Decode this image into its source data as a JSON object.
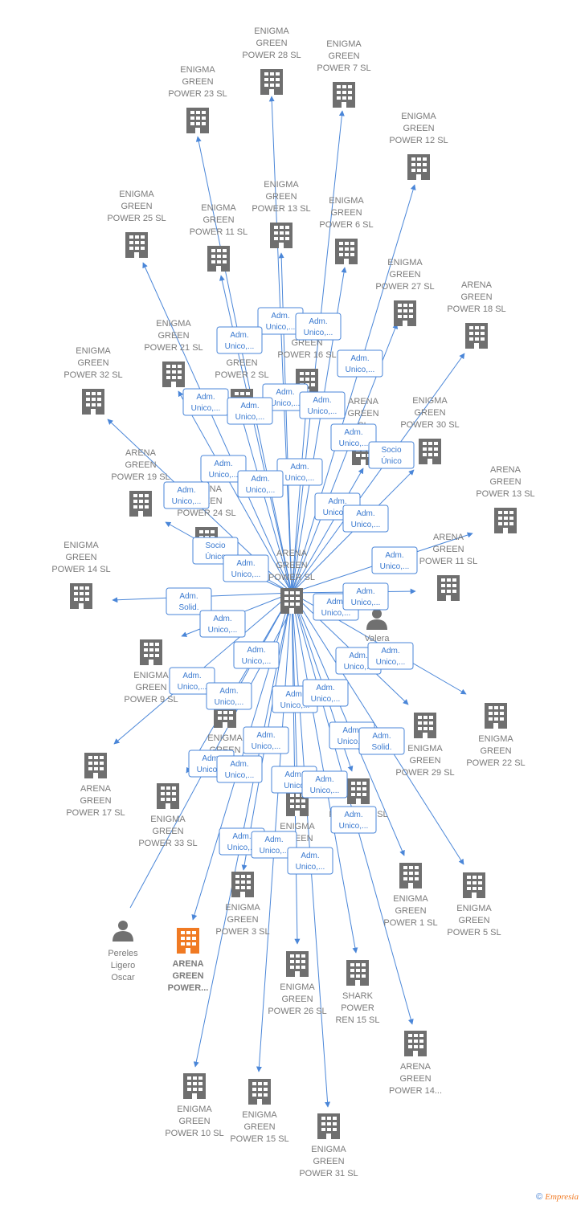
{
  "center_label": [
    "ARENA",
    "GREEN",
    "POWER  SL"
  ],
  "company_nodes": [
    {
      "id": "EGP28",
      "lines": [
        "ENIGMA",
        "GREEN",
        "POWER 28  SL"
      ]
    },
    {
      "id": "EGP7",
      "lines": [
        "ENIGMA",
        "GREEN",
        "POWER 7  SL"
      ]
    },
    {
      "id": "EGP23",
      "lines": [
        "ENIGMA",
        "GREEN",
        "POWER 23  SL"
      ]
    },
    {
      "id": "EGP12",
      "lines": [
        "ENIGMA",
        "GREEN",
        "POWER 12  SL"
      ]
    },
    {
      "id": "EGP13",
      "lines": [
        "ENIGMA",
        "GREEN",
        "POWER 13  SL"
      ]
    },
    {
      "id": "EGP6",
      "lines": [
        "ENIGMA",
        "GREEN",
        "POWER 6  SL"
      ]
    },
    {
      "id": "EGP25",
      "lines": [
        "ENIGMA",
        "GREEN",
        "POWER 25  SL"
      ]
    },
    {
      "id": "EGP11",
      "lines": [
        "ENIGMA",
        "GREEN",
        "POWER 11  SL"
      ]
    },
    {
      "id": "EGP27",
      "lines": [
        "ENIGMA",
        "GREEN",
        "POWER 27  SL"
      ]
    },
    {
      "id": "AGP18",
      "lines": [
        "ARENA",
        "GREEN",
        "POWER 18  SL"
      ]
    },
    {
      "id": "EGP21",
      "lines": [
        "ENIGMA",
        "GREEN",
        "POWER 21  SL"
      ]
    },
    {
      "id": "EGP2",
      "lines": [
        "ENIGMA",
        "GREEN",
        "POWER 2  SL"
      ]
    },
    {
      "id": "AGP16",
      "lines": [
        "GREEN",
        "POWER 16  SL"
      ]
    },
    {
      "id": "EGP32",
      "lines": [
        "ENIGMA",
        "GREEN",
        "POWER 32  SL"
      ]
    },
    {
      "id": "AGSL",
      "lines": [
        "ARENA",
        "GREEN",
        "SL"
      ]
    },
    {
      "id": "EGP30",
      "lines": [
        "ENIGMA",
        "GREEN",
        "POWER 30  SL"
      ]
    },
    {
      "id": "AGP19",
      "lines": [
        "ARENA",
        "GREEN",
        "POWER 19  SL"
      ]
    },
    {
      "id": "AGP24",
      "lines": [
        "ARENA",
        "GREEN",
        "POWER 24  SL"
      ]
    },
    {
      "id": "AGP13",
      "lines": [
        "ARENA",
        "GREEN",
        "POWER 13  SL"
      ]
    },
    {
      "id": "AGP11",
      "lines": [
        "ARENA",
        "GREEN",
        "POWER 11  SL"
      ]
    },
    {
      "id": "EGP14",
      "lines": [
        "ENIGMA",
        "GREEN",
        "POWER 14  SL"
      ]
    },
    {
      "id": "EGP9",
      "lines": [
        "ENIGMA",
        "GREEN",
        "POWER 9  SL"
      ]
    },
    {
      "id": "EGP22",
      "lines": [
        "ENIGMA",
        "GREEN",
        "POWER 22  SL"
      ]
    },
    {
      "id": "EGP29",
      "lines": [
        "ENIGMA",
        "GREEN",
        "POWER 29  SL"
      ]
    },
    {
      "id": "AGP17",
      "lines": [
        "ARENA",
        "GREEN",
        "POWER 17  SL"
      ]
    },
    {
      "id": "EGP33",
      "lines": [
        "ENIGMA",
        "GREEN",
        "POWER 33  SL"
      ]
    },
    {
      "id": "EGPX",
      "lines": [
        "ENIGMA",
        "GREEN"
      ]
    },
    {
      "id": "EGPY",
      "lines": [
        "ENIGMA",
        "GREEN",
        "SL"
      ]
    },
    {
      "id": "EGP12b",
      "lines": [
        "POWER 12  SL"
      ]
    },
    {
      "id": "EGP1",
      "lines": [
        "ENIGMA",
        "GREEN",
        "POWER 1  SL"
      ]
    },
    {
      "id": "EGP5",
      "lines": [
        "ENIGMA",
        "GREEN",
        "POWER 5  SL"
      ]
    },
    {
      "id": "EGP3",
      "lines": [
        "ENIGMA",
        "GREEN",
        "POWER 3  SL"
      ]
    },
    {
      "id": "EGP26",
      "lines": [
        "ENIGMA",
        "GREEN",
        "POWER 26  SL"
      ]
    },
    {
      "id": "SPR15",
      "lines": [
        "SHARK",
        "POWER",
        "REN 15  SL"
      ]
    },
    {
      "id": "AGP14",
      "lines": [
        "ARENA",
        "GREEN",
        "POWER 14..."
      ]
    },
    {
      "id": "EGP10",
      "lines": [
        "ENIGMA",
        "GREEN",
        "POWER 10  SL"
      ]
    },
    {
      "id": "EGP15",
      "lines": [
        "ENIGMA",
        "GREEN",
        "POWER 15  SL"
      ]
    },
    {
      "id": "EGP31",
      "lines": [
        "ENIGMA",
        "GREEN",
        "POWER 31  SL"
      ]
    }
  ],
  "highlighted_node": {
    "id": "AGPX",
    "lines": [
      "ARENA",
      "GREEN",
      "POWER..."
    ]
  },
  "person_nodes": [
    {
      "id": "PLO",
      "lines": [
        "Pereles",
        "Ligero",
        "Oscar"
      ]
    },
    {
      "id": "VAL",
      "lines": [
        "Valera"
      ]
    }
  ],
  "edge_labels": [
    {
      "lines": [
        "Adm.",
        "Unico,..."
      ]
    },
    {
      "lines": [
        "Adm.",
        "Unico,..."
      ]
    },
    {
      "lines": [
        "Adm.",
        "Unico,..."
      ]
    },
    {
      "lines": [
        "Adm.",
        "Unico,..."
      ]
    },
    {
      "lines": [
        "Adm.",
        "Unico,..."
      ]
    },
    {
      "lines": [
        "Adm.",
        "Unico,..."
      ]
    },
    {
      "lines": [
        "Adm.",
        "Unico,..."
      ]
    },
    {
      "lines": [
        "Adm.",
        "Unico,..."
      ]
    },
    {
      "lines": [
        "Adm.",
        "Unico,..."
      ]
    },
    {
      "lines": [
        "Socio",
        "Único"
      ]
    },
    {
      "lines": [
        "Adm.",
        "Unico,..."
      ]
    },
    {
      "lines": [
        "Adm.",
        "Unico,..."
      ]
    },
    {
      "lines": [
        "Adm.",
        "Unico,..."
      ]
    },
    {
      "lines": [
        "Adm.",
        "Unico,..."
      ]
    },
    {
      "lines": [
        "Adm.",
        "Unico,..."
      ]
    },
    {
      "lines": [
        "Adm.",
        "Unico,..."
      ]
    },
    {
      "lines": [
        "Socio",
        "Único"
      ]
    },
    {
      "lines": [
        "Adm.",
        "Unico,..."
      ]
    },
    {
      "lines": [
        "Adm.",
        "Unico,..."
      ]
    },
    {
      "lines": [
        "Adm.",
        "Solid."
      ]
    },
    {
      "lines": [
        "Adm.",
        "Unico,..."
      ]
    },
    {
      "lines": [
        "Adm.",
        "Unico,..."
      ]
    },
    {
      "lines": [
        "Adm.",
        "Unico,..."
      ]
    },
    {
      "lines": [
        "Adm.",
        "Unico,..."
      ]
    },
    {
      "lines": [
        "Adm.",
        "Unico,..."
      ]
    },
    {
      "lines": [
        "Adm.",
        "Unico,..."
      ]
    },
    {
      "lines": [
        "Adm.",
        "Unico,..."
      ]
    },
    {
      "lines": [
        "Adm.",
        "Unico,..."
      ]
    },
    {
      "lines": [
        "Adm.",
        "Unico,..."
      ]
    },
    {
      "lines": [
        "Adm.",
        "Unico,..."
      ]
    },
    {
      "lines": [
        "Adm.",
        "Unico,..."
      ]
    },
    {
      "lines": [
        "Adm.",
        "Unico,..."
      ]
    },
    {
      "lines": [
        "Adm.",
        "Solid."
      ]
    },
    {
      "lines": [
        "Adm.",
        "Unico,..."
      ]
    },
    {
      "lines": [
        "Adm.",
        "Unico,..."
      ]
    },
    {
      "lines": [
        "Adm.",
        "Unico"
      ]
    },
    {
      "lines": [
        "Adm.",
        "Unico,..."
      ]
    },
    {
      "lines": [
        "Adm.",
        "Unico,..."
      ]
    },
    {
      "lines": [
        "Adm.",
        "Unico,..."
      ]
    },
    {
      "lines": [
        "Adm.",
        "Unico,..."
      ]
    },
    {
      "lines": [
        "Adm.",
        "Unico,..."
      ]
    }
  ],
  "colors": {
    "edge": "#4a86d8",
    "node": "#7a7a7a",
    "highlight": "#f07a23"
  },
  "footer": {
    "copyright": "©",
    "brand": "Empresia"
  }
}
